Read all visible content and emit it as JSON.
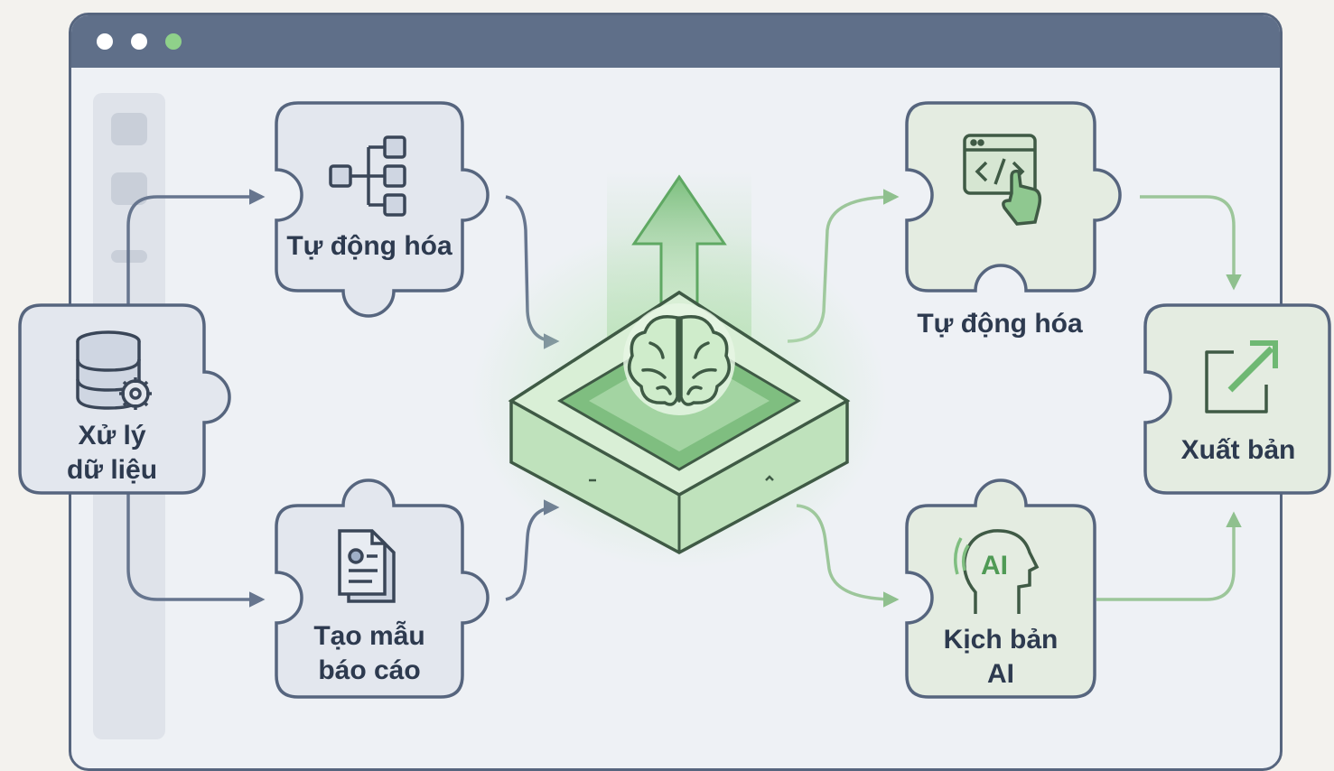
{
  "window": {
    "controls": [
      {
        "name": "close",
        "color": "#ffffff"
      },
      {
        "name": "minimize",
        "color": "#ffffff"
      },
      {
        "name": "maximize",
        "color": "#8fd18a"
      }
    ]
  },
  "nodes": {
    "source": {
      "label_line1": "Xử lý",
      "label_line2": "dữ liệu",
      "icon": "database-gear-icon"
    },
    "automation_left": {
      "label": "Tự động hóa",
      "icon": "hierarchy-tree-icon"
    },
    "report_template": {
      "label_line1": "Tạo mẫu",
      "label_line2": "báo cáo",
      "icon": "document-icon"
    },
    "core": {
      "icon": "brain-icon"
    },
    "automation_right": {
      "label": "Tự động hóa",
      "icon": "code-click-icon"
    },
    "ai_script": {
      "label_line1": "Kịch bản",
      "label_line2": "AI",
      "icon": "ai-head-icon"
    },
    "publish": {
      "label": "Xuất bản",
      "icon": "external-link-icon"
    }
  },
  "colors": {
    "frame": "#56657e",
    "titlebar": "#5f6f89",
    "blue_piece": "#e3e7ee",
    "green_piece": "#e4ece1",
    "green_accent": "#6fb873",
    "connector_blue": "#66758e",
    "connector_green": "#9cc69a"
  }
}
